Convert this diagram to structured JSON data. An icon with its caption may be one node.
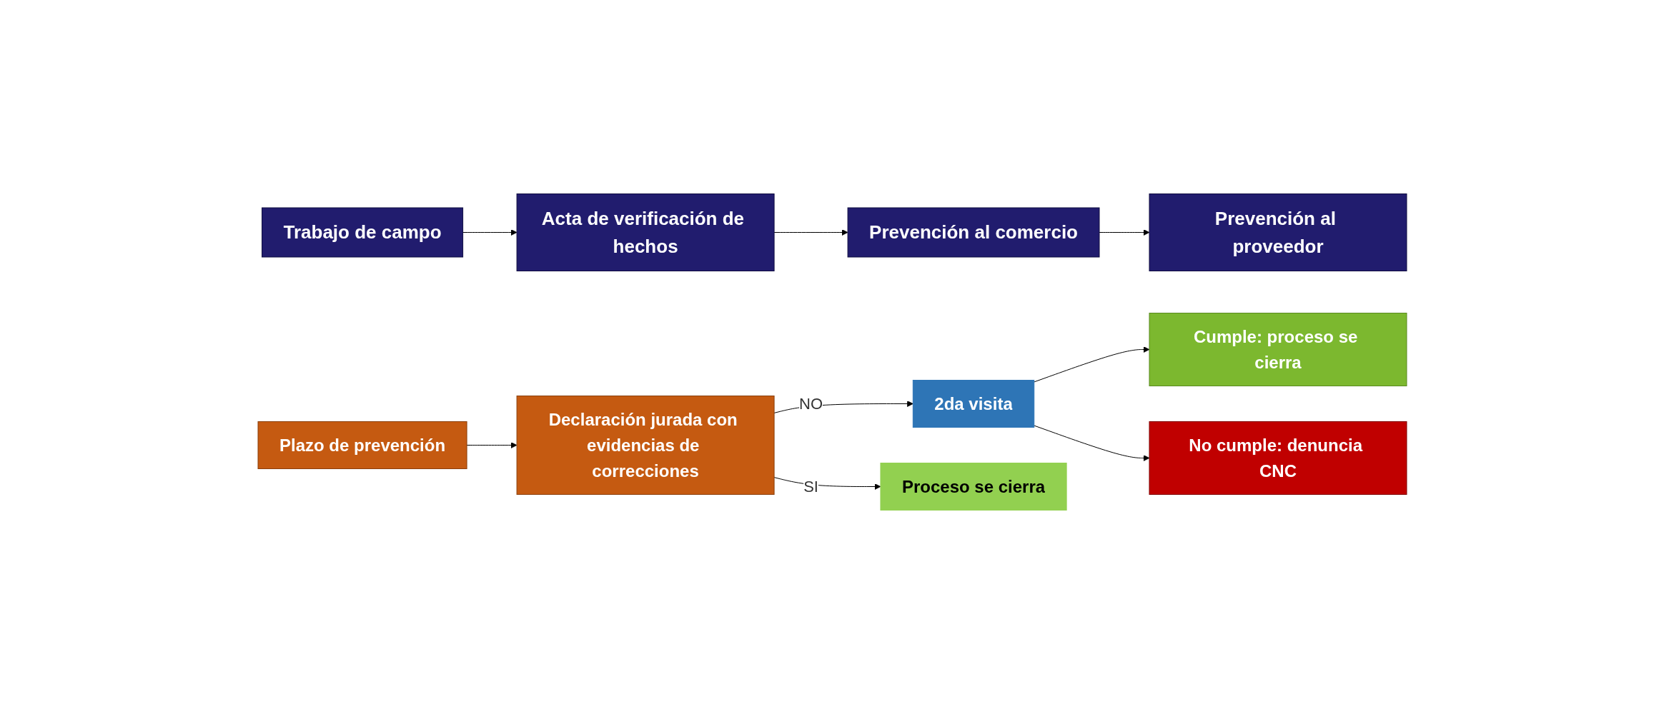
{
  "diagram": {
    "nodes": [
      {
        "text": [
          "Trabajo de campo"
        ]
      },
      {
        "text": [
          "Acta de verificación de hechos"
        ]
      },
      {
        "text": [
          "Prevención al comercio"
        ]
      },
      {
        "text": [
          "Prevención al proveedor"
        ]
      },
      {
        "text": [
          "Plazo de prevención"
        ]
      },
      {
        "text": [
          "Cumple: proceso se cierra"
        ]
      },
      {
        "text": [
          "2da visita"
        ]
      },
      {
        "text": [
          "No cumple: denuncia CNC"
        ]
      },
      {
        "text": [
          "Declaración jurada con evidencias de correcciones"
        ]
      },
      {
        "text": [
          "Proceso se cierra"
        ]
      }
    ],
    "edges": [
      {
        "from": 0,
        "to": 1,
        "arrow": "to"
      },
      {
        "from": 1,
        "to": 2,
        "arrow": "to"
      },
      {
        "from": 2,
        "to": 3,
        "arrow": "to"
      },
      {
        "from": 4,
        "to": 8,
        "arrow": "to"
      },
      {
        "from": 8,
        "to": 6,
        "arrow": "to",
        "label": "NO"
      },
      {
        "from": 6,
        "to": 5,
        "arrow": "to"
      },
      {
        "from": 6,
        "to": 7,
        "arrow": "to"
      },
      {
        "from": 8,
        "to": 9,
        "arrow": "to",
        "label": "SI"
      }
    ]
  }
}
